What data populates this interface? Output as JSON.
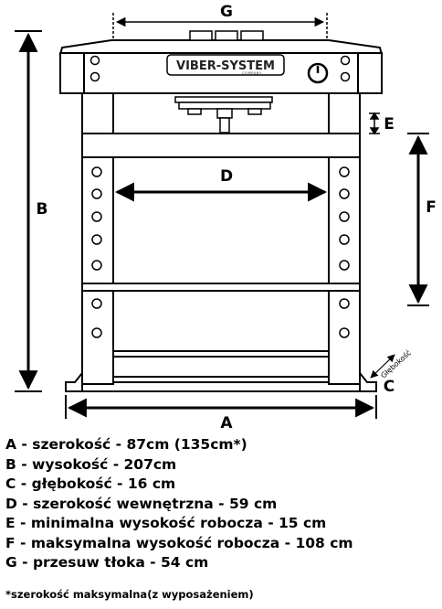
{
  "diagram": {
    "brand_name": "VIBER-SYSTEM",
    "brand_sub": "COMPANY",
    "depth_label": "Głębokość",
    "labels": {
      "A": "A",
      "B": "B",
      "C": "C",
      "D": "D",
      "E": "E",
      "F": "F",
      "G": "G"
    }
  },
  "legend": [
    "A - szerokość - 87cm (135cm*)",
    "B - wysokość - 207cm",
    "C - głębokość - 16 cm",
    "D - szerokość wewnętrzna - 59 cm",
    "E - minimalna wysokość robocza - 15 cm",
    "F - maksymalna wysokość robocza - 108 cm",
    "G - przesuw tłoka - 54 cm"
  ],
  "footnote": "*szerokość maksymalna(z wyposażeniem)",
  "colors": {
    "line": "#000000",
    "background": "#ffffff"
  }
}
